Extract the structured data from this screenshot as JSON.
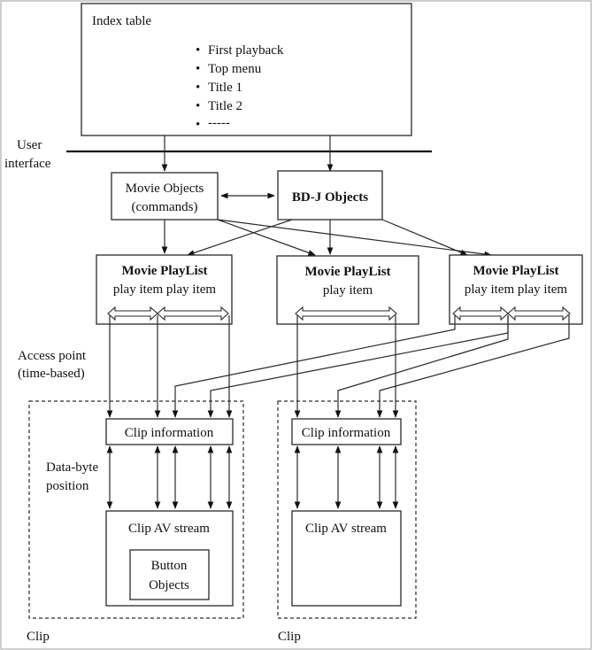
{
  "index_table": {
    "title": "Index table",
    "items": [
      "First playback",
      "Top menu",
      "Title 1",
      "Title 2",
      "-----"
    ]
  },
  "user_interface": [
    "User",
    "interface"
  ],
  "movie_objects": [
    "Movie Objects",
    "(commands)"
  ],
  "bdj_objects": "BD-J Objects",
  "playlists": [
    {
      "title": "Movie PlayList",
      "items": "play item play item"
    },
    {
      "title": "Movie PlayList",
      "items": "play item"
    },
    {
      "title": "Movie PlayList",
      "items": "play item play item"
    }
  ],
  "access_point": [
    "Access point",
    "(time-based)"
  ],
  "data_byte": [
    "Data-byte",
    "position"
  ],
  "clips": [
    {
      "info": "Clip information",
      "stream": "Clip AV stream",
      "label": "Clip",
      "button": [
        "Button",
        "Objects"
      ]
    },
    {
      "info": "Clip information",
      "stream": "Clip AV stream",
      "label": "Clip"
    }
  ]
}
